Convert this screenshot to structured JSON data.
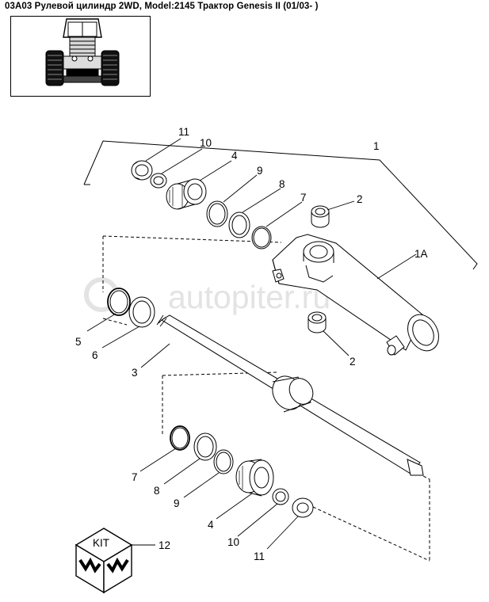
{
  "header": {
    "title": "03A03  Рулевой цилиндр 2WD, Model:2145 Трактор Genesis II (01/03- )"
  },
  "watermark": {
    "text": "autopiter.ru"
  },
  "kit": {
    "label": "KIT"
  },
  "callouts": [
    "1",
    "1A",
    "2",
    "2",
    "3",
    "4",
    "4",
    "5",
    "6",
    "7",
    "7",
    "8",
    "8",
    "9",
    "9",
    "10",
    "10",
    "11",
    "11",
    "12"
  ],
  "colors": {
    "line": "#000000",
    "watermark": "#e3e3e3",
    "background": "#ffffff"
  },
  "icons": {
    "thumbnail": "tractor-front-icon",
    "kit_box": "kit-box-icon"
  }
}
